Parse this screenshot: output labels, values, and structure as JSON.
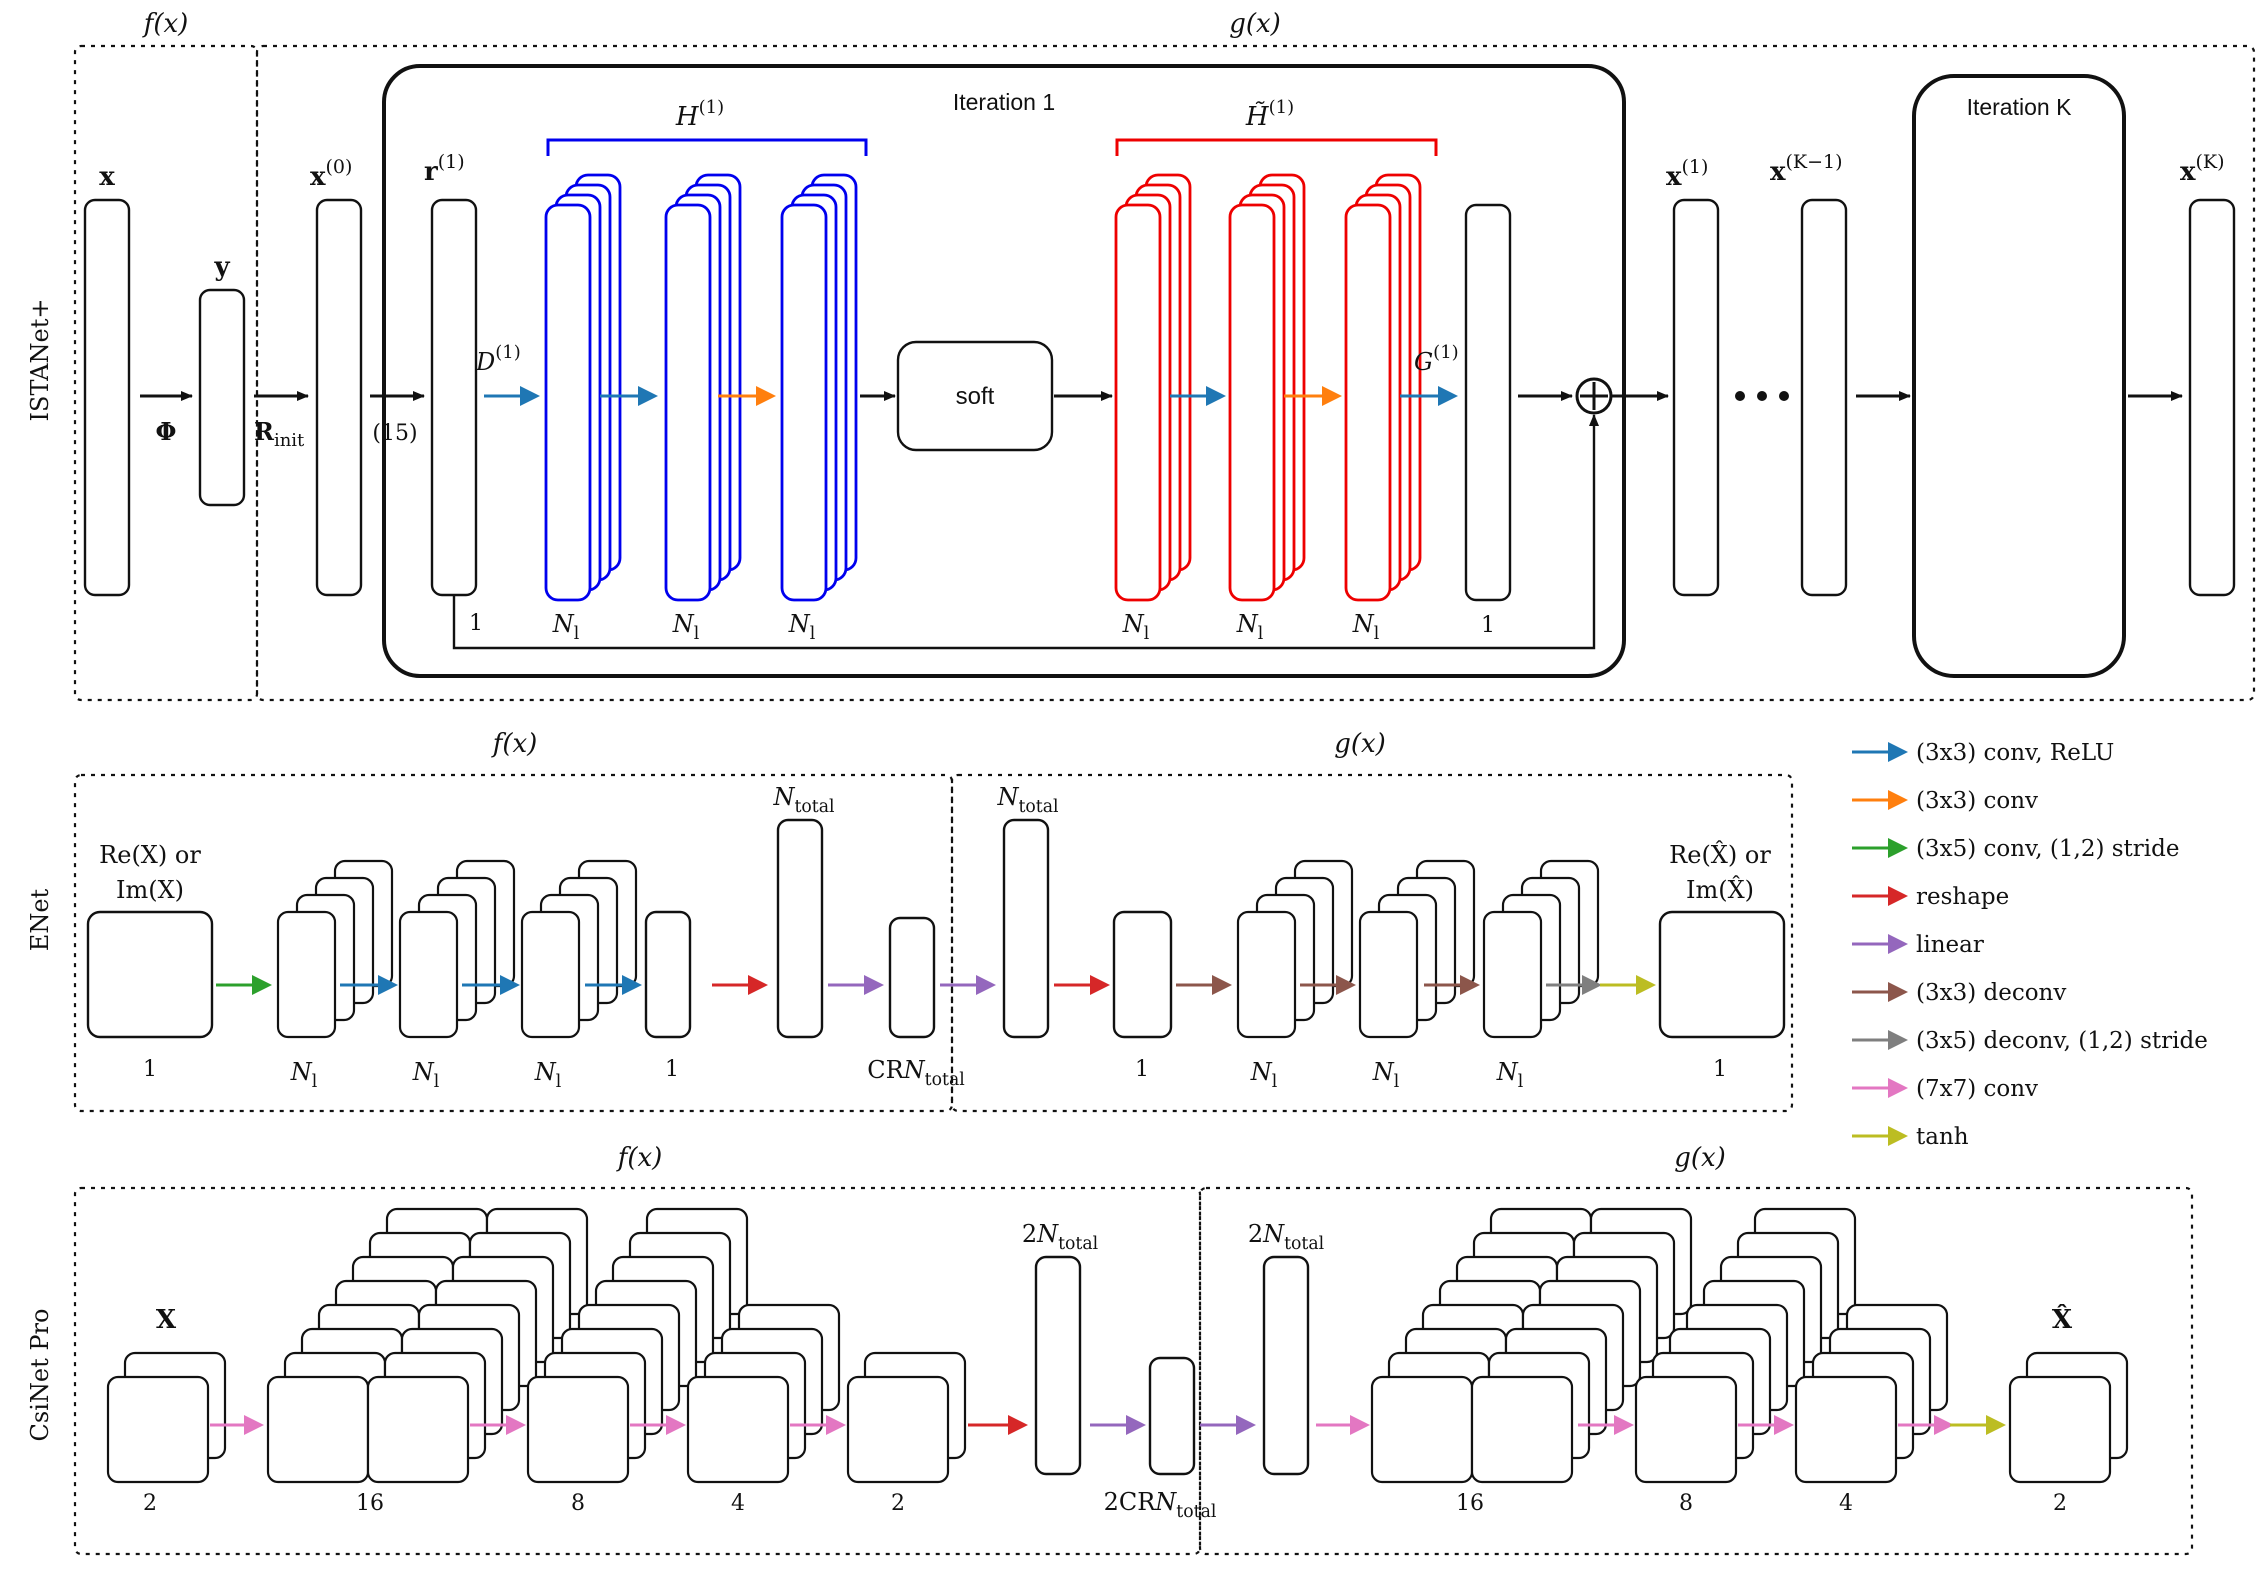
{
  "colors": {
    "blue": "#1f77b4",
    "orange": "#ff7f0e",
    "green": "#2ca02c",
    "red": "#d62728",
    "purple": "#9467bd",
    "brown": "#8c564b",
    "gray": "#7f7f7f",
    "pink": "#e377c2",
    "olive": "#bcbd22",
    "h_blue": "#0000ee",
    "h_red": "#ee0000",
    "black": "#111111"
  },
  "istanet": {
    "row_label": "ISTANet+",
    "f_label": "f(x)",
    "g_label": "g(x)",
    "iteration1": "Iteration 1",
    "iterationK": "Iteration K",
    "x": "x",
    "y": "y",
    "phi": "Φ",
    "r_init": "R",
    "r_init_sub": "init",
    "x0": "x",
    "x0_sup": "(0)",
    "eq_ref": "(15)",
    "r1": "r",
    "r1_sup": "(1)",
    "d1": "D",
    "d1_sup": "(1)",
    "H1": "H",
    "H1_sup": "(1)",
    "Ht1": "H̃",
    "Ht1_sup": "(1)",
    "soft": "soft",
    "g1": "G",
    "g1_sup": "(1)",
    "x1": "x",
    "x1_sup": "(1)",
    "xK1": "x",
    "xK1_sup": "(K−1)",
    "xK": "x",
    "xK_sup": "(K)",
    "one": "1",
    "nl": "N",
    "nl_sub": "l"
  },
  "enet": {
    "row_label": "ENet",
    "f_label": "f(x)",
    "g_label": "g(x)",
    "in_line1": "Re(X) or",
    "in_line2": "Im(X)",
    "out_line1": "Re(X̂) or",
    "out_line2": "Im(X̂)",
    "ntotal": "N",
    "ntotal_sub": "total",
    "cr": "CR",
    "one": "1",
    "nl": "N",
    "nl_sub": "l"
  },
  "csinet": {
    "row_label": "CsiNet Pro",
    "f_label": "f(x)",
    "g_label": "g(x)",
    "in_label": "X",
    "out_label": "X̂",
    "two_n": "2N",
    "ntotal_sub": "total",
    "two_cr": "2CR",
    "n": "N",
    "labels_f": [
      "2",
      "16",
      "8",
      "4",
      "2"
    ],
    "labels_g": [
      "16",
      "8",
      "4",
      "2"
    ]
  },
  "legend": [
    {
      "label": "(3x3) conv, ReLU",
      "color": "#1f77b4"
    },
    {
      "label": "(3x3) conv",
      "color": "#ff7f0e"
    },
    {
      "label": "(3x5) conv, (1,2) stride",
      "color": "#2ca02c"
    },
    {
      "label": "reshape",
      "color": "#d62728"
    },
    {
      "label": "linear",
      "color": "#9467bd"
    },
    {
      "label": "(3x3) deconv",
      "color": "#8c564b"
    },
    {
      "label": "(3x5) deconv, (1,2) stride",
      "color": "#7f7f7f"
    },
    {
      "label": "(7x7) conv",
      "color": "#e377c2"
    },
    {
      "label": "tanh",
      "color": "#bcbd22"
    }
  ]
}
